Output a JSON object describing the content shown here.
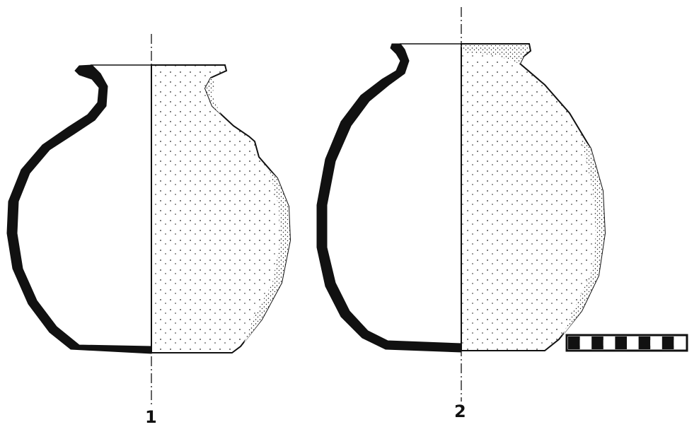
{
  "figures": [
    {
      "number": "1"
    },
    {
      "number": "2"
    }
  ],
  "scale_bar": {
    "segments": 10
  },
  "colors": {
    "ink": "#111111",
    "paper": "#ffffff"
  }
}
